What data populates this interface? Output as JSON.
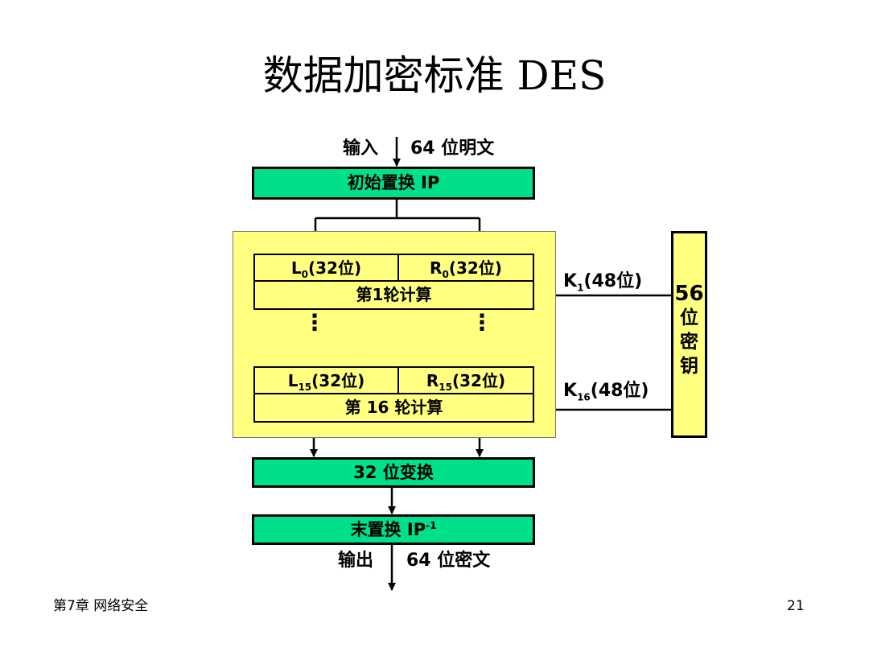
{
  "title": "数据加密标准 DES",
  "input": {
    "label": "输入",
    "num": "64",
    "text": "位明文"
  },
  "initial_permutation": {
    "text": "初始置换",
    "code": "IP"
  },
  "round1": {
    "left": {
      "var": "L",
      "sub": "0",
      "text": "(32位)"
    },
    "right": {
      "var": "R",
      "sub": "0",
      "text": "(32位)"
    },
    "calc": {
      "prefix": "第",
      "num": "1",
      "suffix": "轮计算"
    }
  },
  "ellipsis": "⋮",
  "round16": {
    "left": {
      "var": "L",
      "sub": "15",
      "text": "(32位)"
    },
    "right": {
      "var": "R",
      "sub": "15",
      "text": "(32位)"
    },
    "calc": {
      "prefix": "第",
      "num": "16",
      "suffix": "轮计算"
    }
  },
  "key1": {
    "var": "K",
    "sub": "1",
    "text": "(48位)"
  },
  "key16": {
    "var": "K",
    "sub": "16",
    "text": "(48位)"
  },
  "key_source": {
    "num": "56",
    "chars": [
      "位",
      "密",
      "钥"
    ]
  },
  "swap": {
    "num": "32",
    "text": "位变换"
  },
  "final_permutation": {
    "text": "末置换",
    "code": "IP",
    "sup": "-1"
  },
  "output": {
    "label": "输出",
    "num": "64",
    "text": "位密文"
  },
  "footer": {
    "chapter": "第7章 网络安全",
    "page": "21"
  },
  "colors": {
    "box": "#00e08a",
    "area": "#ffff80",
    "line": "#000000"
  }
}
